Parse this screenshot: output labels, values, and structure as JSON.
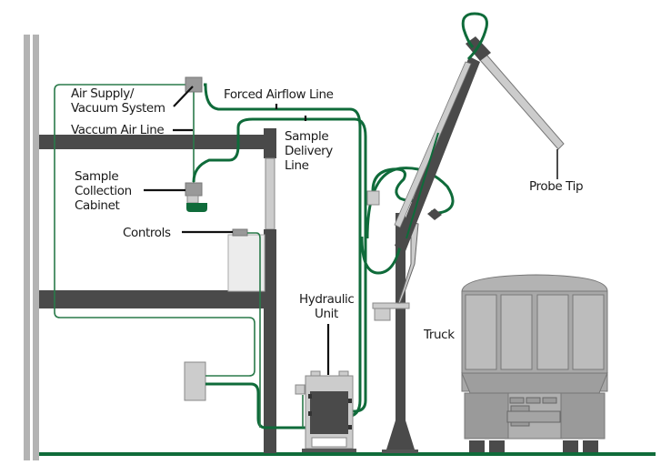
{
  "diagram": {
    "title": "Truck probe sampling system",
    "labels": {
      "air_supply": [
        "Air Supply/",
        "Vacuum System"
      ],
      "forced_airflow": "Forced Airflow Line",
      "vacuum_air_line": "Vaccum Air Line",
      "sample_delivery": [
        "Sample",
        "Delivery",
        "Line"
      ],
      "sample_collection": [
        "Sample",
        "Collection",
        "Cabinet"
      ],
      "controls": "Controls",
      "hydraulic_unit": [
        "Hydraulic",
        "Unit"
      ],
      "probe_tip": "Probe Tip",
      "truck": "Truck"
    },
    "colors": {
      "line_green": "#0f6b3a",
      "structure_dark": "#4a4a4a",
      "component_gray": "#a0a0a0",
      "light_gray": "#cccccc",
      "ground": "#0f6b3a"
    }
  }
}
